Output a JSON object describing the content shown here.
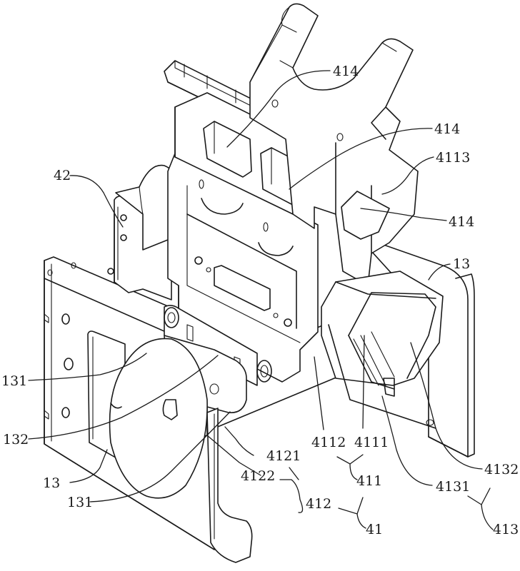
{
  "figure": {
    "type": "patent isometric line drawing",
    "background": "#ffffff",
    "line_color": "#1a1a1a"
  },
  "labels": {
    "l414a": "414",
    "l414b": "414",
    "l414c": "414",
    "l4113": "4113",
    "l42": "42",
    "l13a": "13",
    "l13b": "13",
    "l131a": "131",
    "l131b": "131",
    "l132": "132",
    "l4121": "4121",
    "l4122": "4122",
    "l412": "412",
    "l4112": "4112",
    "l4111": "4111",
    "l411": "411",
    "l41": "41",
    "l4131": "4131",
    "l4132": "4132",
    "l413": "413"
  }
}
